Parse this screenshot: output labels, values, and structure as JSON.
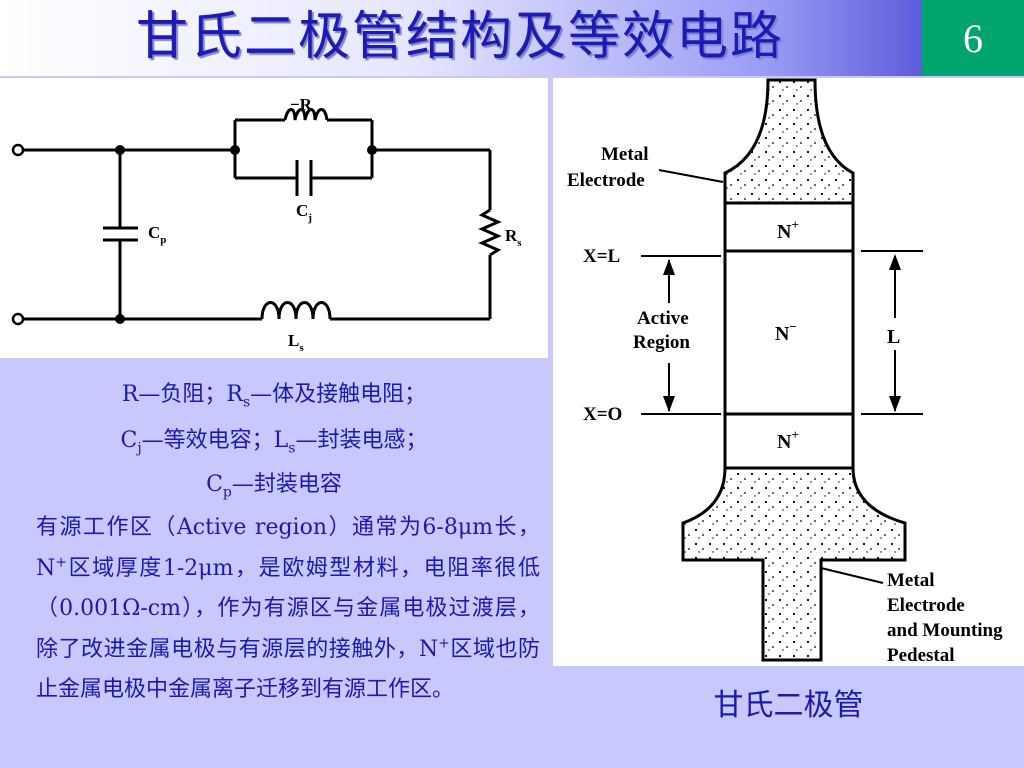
{
  "title": "甘氏二极管结构及等效电路",
  "page_number": "6",
  "circuit": {
    "label_r": "−R",
    "label_cj": "C",
    "label_cj_sub": "j",
    "label_cp": "C",
    "label_cp_sub": "p",
    "label_rs": "R",
    "label_rs_sub": "s",
    "label_ls": "L",
    "label_ls_sub": "s"
  },
  "legend": {
    "line1": {
      "a": "R—负阻；R",
      "a_sub": "s",
      "b": "—体及接触电阻；"
    },
    "line2": {
      "a": "C",
      "a_sub": "j",
      "b": "—等效电容；L",
      "b_sub": "s",
      "c": "—封装电感；"
    },
    "line3": {
      "a": "C",
      "a_sub": "p",
      "b": "—封装电容"
    }
  },
  "paragraph": {
    "p1": "有源工作区（Active region）通常为6-8μm长，N",
    "sup1": "+",
    "p2": "区域厚度1-2μm，是欧姆型材料，电阻率很低（0.001Ω-cm），作为有源区与金属电极过渡层，除了改进金属电极与有源层的接触外，N",
    "sup2": "+",
    "p3": "区域也防止金属电极中金属离子迁移到有源工作区。"
  },
  "structure": {
    "metal_electrode_top_1": "Metal",
    "metal_electrode_top_2": "Electrode",
    "n_plus_top": "N",
    "n_plus_top_sup": "+",
    "n_minus": "N",
    "n_minus_sup": "−",
    "n_plus_bottom": "N",
    "n_plus_bottom_sup": "+",
    "x_l": "X=L",
    "x_o": "X=O",
    "active_1": "Active",
    "active_2": "Region",
    "length_label": "L",
    "pedestal_1": "Metal",
    "pedestal_2": "Electrode",
    "pedestal_3": "and Mounting",
    "pedestal_4": "Pedestal"
  },
  "structure_caption": "甘氏二极管",
  "colors": {
    "title": "#1c1cb4",
    "page_box": "#00a46e",
    "body_bg": "#c8c8ff",
    "text": "#1a1ab0"
  }
}
